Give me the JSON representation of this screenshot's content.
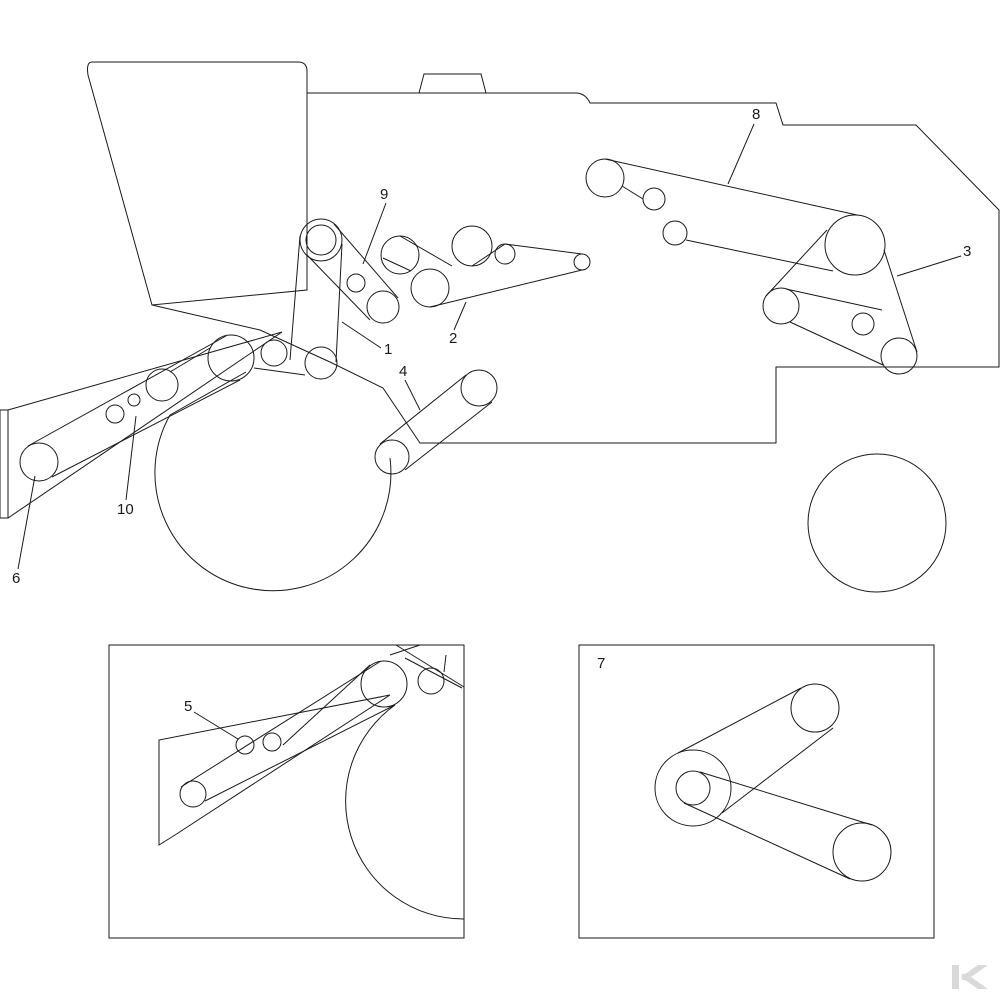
{
  "diagram": {
    "callouts": {
      "c1": "1",
      "c2": "2",
      "c3": "3",
      "c4": "4",
      "c5": "5",
      "c6": "6",
      "c7": "7",
      "c8": "8",
      "c9": "9",
      "c10": "10"
    },
    "logo": {
      "color": "#d9d9d9",
      "icon": "brand-k-logo-icon"
    }
  }
}
